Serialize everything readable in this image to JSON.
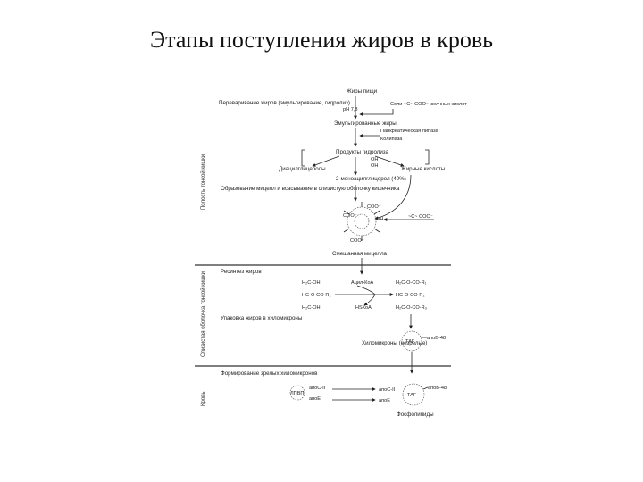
{
  "title": "Этапы поступления жиров в кровь",
  "diagram": {
    "side_labels": [
      "Полость тонкой кишки",
      "Слизистая оболочка тонкой кишки",
      "Кровь"
    ],
    "section1": {
      "stage_label": "Переваривание жиров (эмульгирование, гидролиз)",
      "fat_food": "Жиры пищи",
      "bile_salts": "Соли ~С~ COO⁻ желчных кислот",
      "ph": "pH 7,8",
      "emulsified": "Эмульгированные жиры",
      "lipase": "Панкреатическая липаза",
      "colipase": "Колипаза",
      "hydrolysis_products": "Продукты гидролиза",
      "diglycerides": "Диацилглицеролы",
      "fatty_acids": "Жирные кислоты",
      "monoacylglycerol": "2-моноацилглицерол (40%)",
      "micelle_formation": "Образование мицелл и всасывание в слизистую оболочку кишечника",
      "mixed_micelle": "Смешанная мицелла",
      "bile_return": "~С~ COO⁻",
      "oh": "OH",
      "coo": "COO⁻"
    },
    "section2": {
      "resynthesis": "Ресинтез жиров",
      "glycerol_left": [
        "H₂C-OH",
        "HC-O-CO-R₂",
        "H₂C-OH"
      ],
      "acyl_coa": "Ацил-КоА",
      "hs_coa": "HSКоА",
      "tag_right": [
        "H₂C-O-CO-R₁",
        "HC-O-CO-R₂",
        "H₂C-O-CO-R₃"
      ],
      "packaging": "Упаковка жиров в хиломикроны",
      "chylomicrons_immature": "Хиломикроны (незрелые)",
      "tag": "ТАГ",
      "apob48": "апоВ-48"
    },
    "section3": {
      "formation": "Формирование зрелых хиломикронов",
      "hdl": "ЛПВП",
      "apoc2": "апоC-II",
      "apoe": "апоE",
      "apoc2_right": "апоC-II",
      "apoe_right": "апоE",
      "tag": "ТАГ",
      "apob48": "апоВ-48",
      "phospholipids": "Фосфолипиды"
    }
  }
}
